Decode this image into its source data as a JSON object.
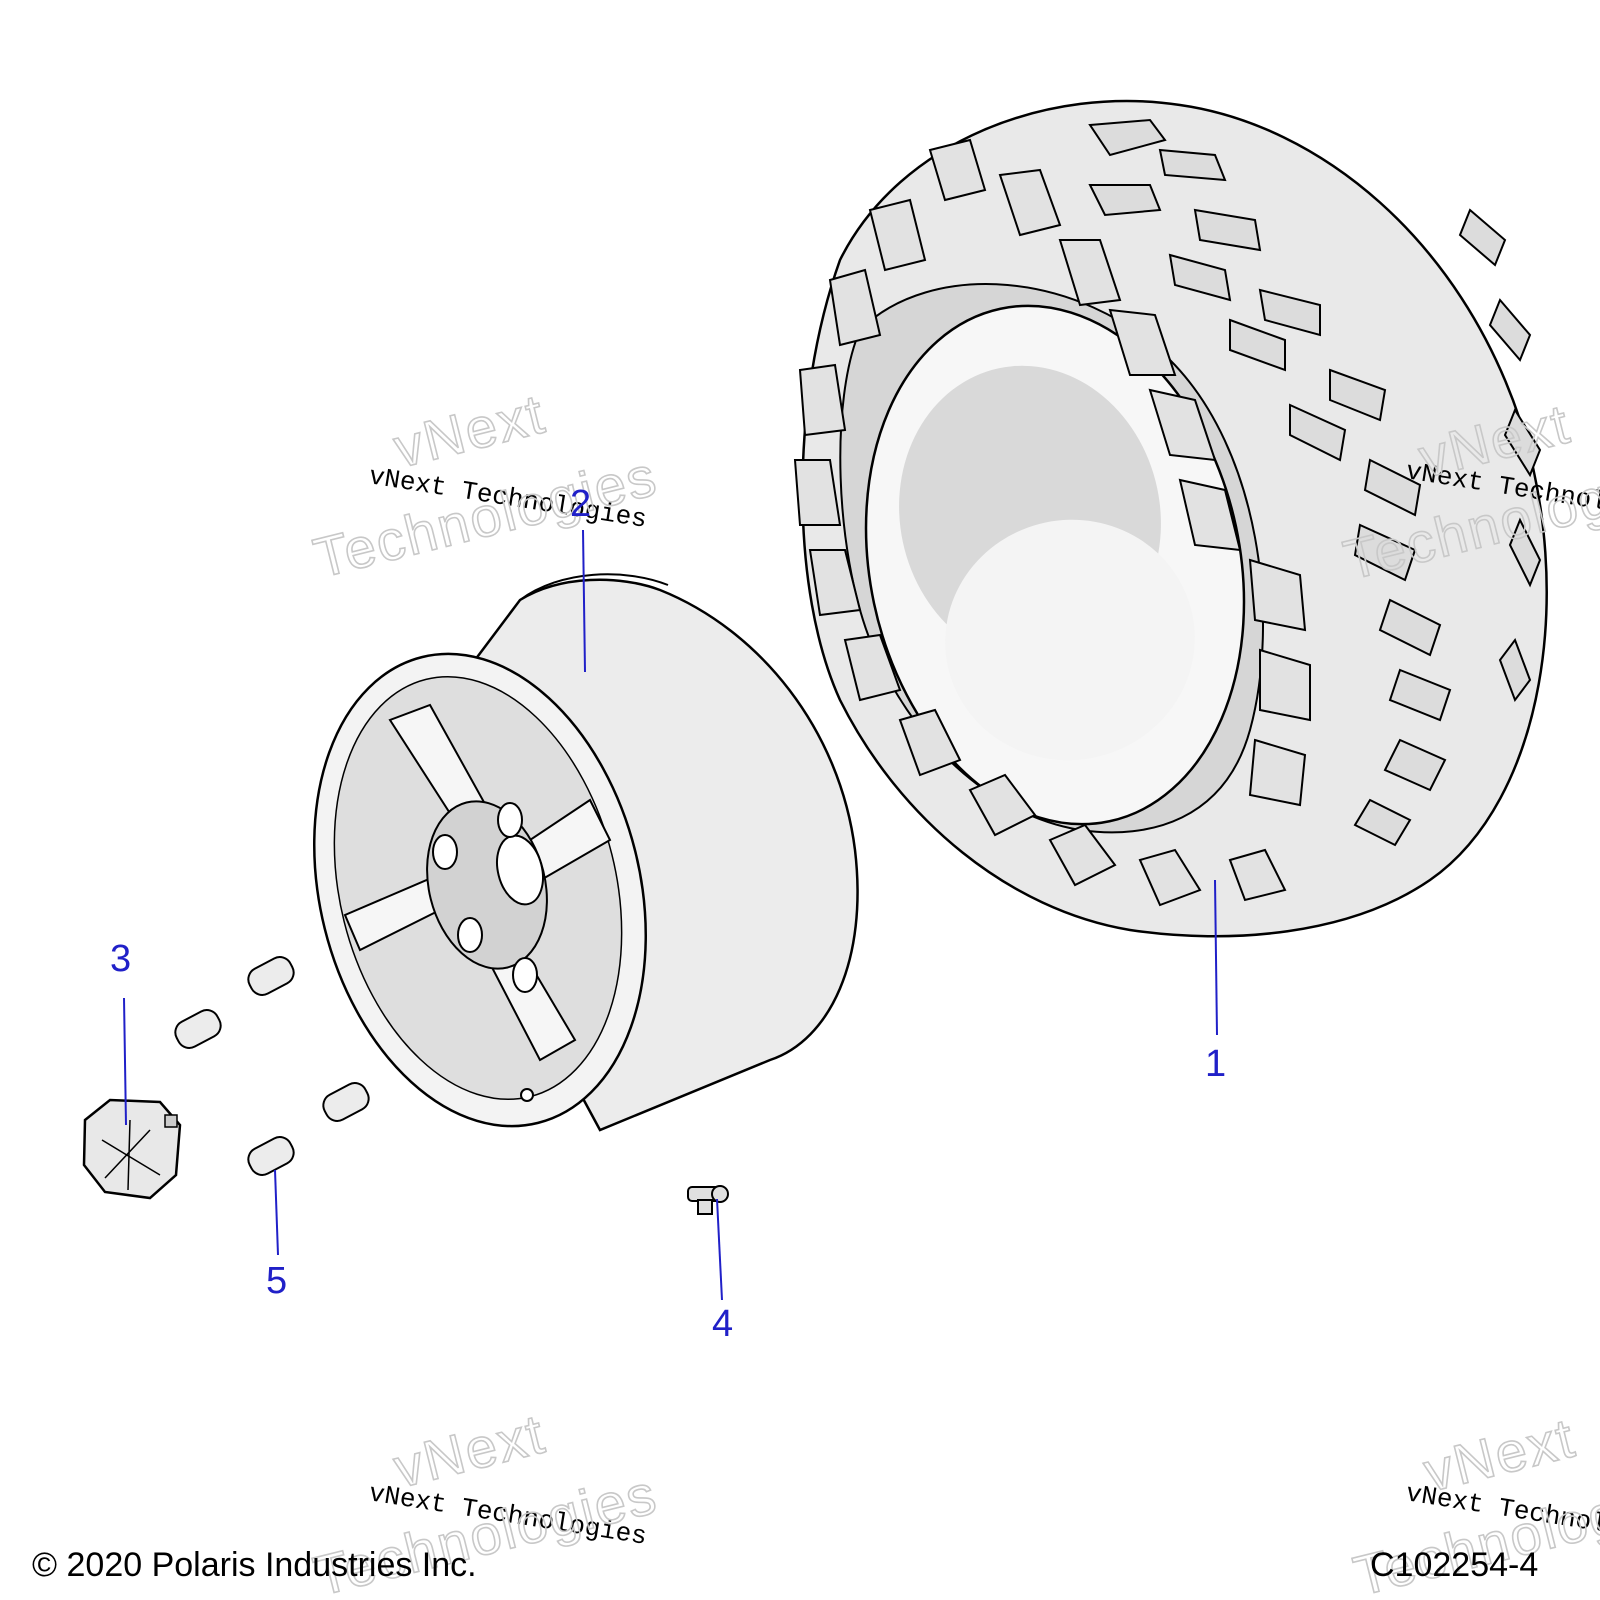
{
  "callouts": [
    {
      "id": "1",
      "label": "1"
    },
    {
      "id": "2",
      "label": "2"
    },
    {
      "id": "3",
      "label": "3"
    },
    {
      "id": "4",
      "label": "4"
    },
    {
      "id": "5",
      "label": "5"
    }
  ],
  "watermark": {
    "line_small": "vNext Technologies",
    "big_line1": "vNext",
    "big_line2": "Technologies"
  },
  "footer": {
    "copyright": "© 2020 Polaris Industries Inc.",
    "diagram_code": "C102254-4"
  },
  "colors": {
    "callout": "#2020c8",
    "leader": "#2020c8",
    "outline": "#000000",
    "shade_light": "#e4e4e4",
    "shade_mid": "#cfcfcf",
    "shade_dark": "#b9b9b9"
  }
}
